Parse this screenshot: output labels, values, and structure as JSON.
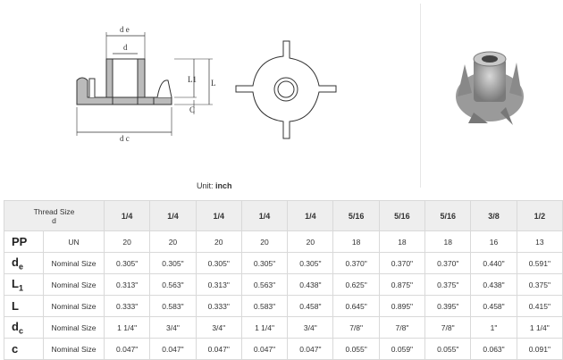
{
  "drawing": {
    "labels": {
      "de": "d e",
      "d": "d",
      "l1": "L1",
      "l": "L",
      "c": "C",
      "dc": "d c"
    }
  },
  "unit": {
    "prefix": "Unit:",
    "value": "inch"
  },
  "table": {
    "header": {
      "label_line1": "Thread Size",
      "label_line2": "d",
      "sizes": [
        "1/4",
        "1/4",
        "1/4",
        "1/4",
        "1/4",
        "5/16",
        "5/16",
        "5/16",
        "3/8",
        "1/2"
      ]
    },
    "rows": [
      {
        "symbol": "PP",
        "sub": "",
        "name": "UN",
        "values": [
          "20",
          "20",
          "20",
          "20",
          "20",
          "18",
          "18",
          "18",
          "16",
          "13"
        ]
      },
      {
        "symbol": "d",
        "sub": "e",
        "name": "Nominal Size",
        "values": [
          "0.305\"",
          "0.305\"",
          "0.305\"",
          "0.305\"",
          "0.305\"",
          "0.370\"",
          "0.370\"",
          "0.370\"",
          "0.440\"",
          "0.591\""
        ]
      },
      {
        "symbol": "L",
        "sub": "1",
        "name": "Nominal Size",
        "values": [
          "0.313\"",
          "0.563\"",
          "0.313\"",
          "0.563\"",
          "0.438\"",
          "0.625\"",
          "0.875\"",
          "0.375\"",
          "0.438\"",
          "0.375\""
        ]
      },
      {
        "symbol": "L",
        "sub": "",
        "name": "Nominal Size",
        "values": [
          "0.333\"",
          "0.583\"",
          "0.333\"",
          "0.583\"",
          "0.458\"",
          "0.645\"",
          "0.895\"",
          "0.395\"",
          "0.458\"",
          "0.415\""
        ]
      },
      {
        "symbol": "d",
        "sub": "c",
        "name": "Nominal Size",
        "values": [
          "1 1/4\"",
          "3/4\"",
          "3/4\"",
          "1 1/4\"",
          "3/4\"",
          "7/8\"",
          "7/8\"",
          "7/8\"",
          "1\"",
          "1 1/4\""
        ]
      },
      {
        "symbol": "c",
        "sub": "",
        "name": "Nominal Size",
        "values": [
          "0.047\"",
          "0.047\"",
          "0.047\"",
          "0.047\"",
          "0.047\"",
          "0.055\"",
          "0.059\"",
          "0.055\"",
          "0.063\"",
          "0.091\""
        ]
      }
    ]
  }
}
